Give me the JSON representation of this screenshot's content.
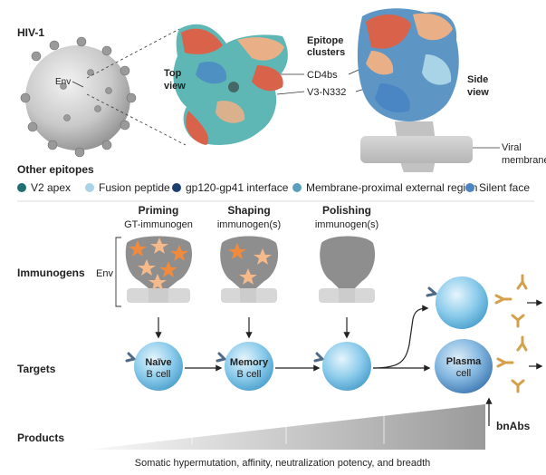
{
  "top": {
    "virus_label": "HIV-1",
    "env_label": "Env",
    "top_view_label_1": "Top",
    "top_view_label_2": "view",
    "side_view_label_1": "Side",
    "side_view_label_2": "view",
    "epitope_clusters_1": "Epitope",
    "epitope_clusters_2": "clusters",
    "cd4bs_label": "CD4bs",
    "v3_label": "V3-N332",
    "viral_membrane_1": "Viral",
    "viral_membrane_2": "membrane"
  },
  "legend": {
    "title": "Other epitopes",
    "items": [
      {
        "label": "V2 apex",
        "color": "#1f6f72"
      },
      {
        "label": "Fusion peptide",
        "color": "#a9d3e6"
      },
      {
        "label": "gp120-gp41 interface",
        "color": "#1d3f6e"
      },
      {
        "label": "Membrane-proximal external region",
        "color": "#5aa0bb"
      },
      {
        "label": "Silent face",
        "color": "#4a86c4"
      }
    ]
  },
  "stages": {
    "priming_title": "Priming",
    "priming_sub": "GT-immunogen",
    "shaping_title": "Shaping",
    "shaping_sub": "immunogen(s)",
    "polishing_title": "Polishing",
    "polishing_sub": "immunogen(s)"
  },
  "rows": {
    "immunogens": "Immunogens",
    "env": "Env",
    "targets": "Targets",
    "products": "Products"
  },
  "cells": {
    "naive_1": "Naïve",
    "naive_2": "B cell",
    "memory_1": "Memory",
    "memory_2": "B cell",
    "plasma_1": "Plasma",
    "plasma_2": "cell"
  },
  "products": {
    "bnabs_label": "bnAbs",
    "gradient_caption": "Somatic hypermutation, affinity, neutralization potency, and breadth"
  },
  "colors": {
    "red": "#d9634a",
    "peach": "#e9b088",
    "teal": "#5fb7b5",
    "blue": "#5d95c4",
    "cell": "#7ec4e6",
    "antibody": "#d4a14a",
    "bcr": "#4f6a86",
    "star_orange": "#f08a3c",
    "star_light": "#f5b98a"
  }
}
